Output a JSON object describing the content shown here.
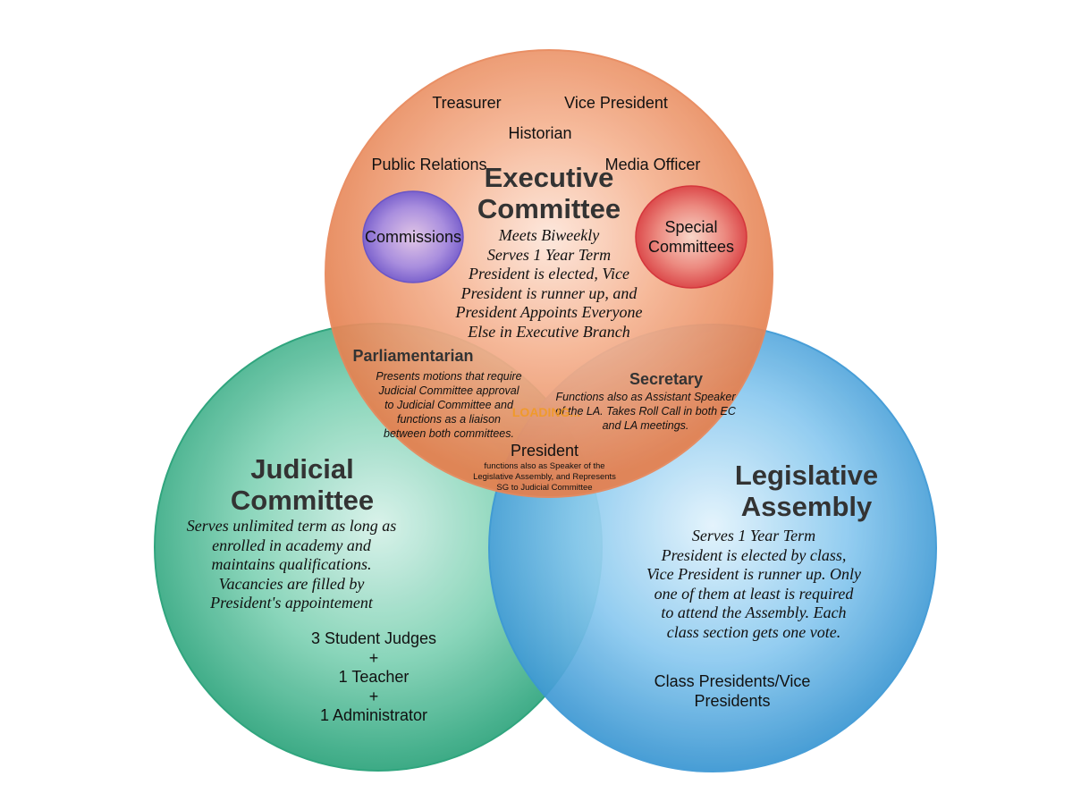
{
  "executive": {
    "title": "Executive\nCommittee",
    "description": "Meets Biweekly\nServes 1 Year Term\nPresident is elected, Vice\nPresident is runner up, and\nPresident Appoints Everyone\nElse in Executive Branch",
    "roles": {
      "treasurer": "Treasurer",
      "vice_president": "Vice President",
      "historian": "Historian",
      "public_relations": "Public Relations",
      "media_officer": "Media Officer"
    },
    "commissions": "Commissions",
    "special_committees": "Special\nCommittees"
  },
  "judicial": {
    "title": "Judicial\nCommittee",
    "description": "Serves unlimited term as long as\nenrolled in academy and\nmaintains qualifications.\nVacancies are filled by\nPresident's appointement",
    "members": "3 Student Judges\n+\n1 Teacher\n+\n1 Administrator"
  },
  "legislative": {
    "title": "Legislative\nAssembly",
    "description": "Serves 1 Year Term\nPresident is elected by class,\nVice President is runner up. Only\none of them at least is required\nto attend the Assembly.  Each\nclass section gets one vote.",
    "members": "Class Presidents/Vice\nPresidents"
  },
  "parliamentarian": {
    "title": "Parliamentarian",
    "description": "Presents motions that require\nJudicial Committee approval\nto Judicial Committee and\nfunctions as a liaison\nbetween both committees."
  },
  "secretary": {
    "title": "Secretary",
    "description": "Functions also as Assistant Speaker\nof the LA. Takes Roll Call in both EC\nand LA meetings."
  },
  "president": {
    "title": "President",
    "description": "functions also as Speaker of the\nLegislative Assembly, and Represents\nSG to Judicial Committee"
  },
  "overlay": {
    "loading": "LOADING..."
  },
  "colors": {
    "executive": "#e8875a",
    "judicial": "#3cb48c",
    "legislative": "#3a9ad6",
    "commissions": "#7a62d0",
    "special_committees": "#d9363c",
    "loading": "#f39a1f"
  }
}
